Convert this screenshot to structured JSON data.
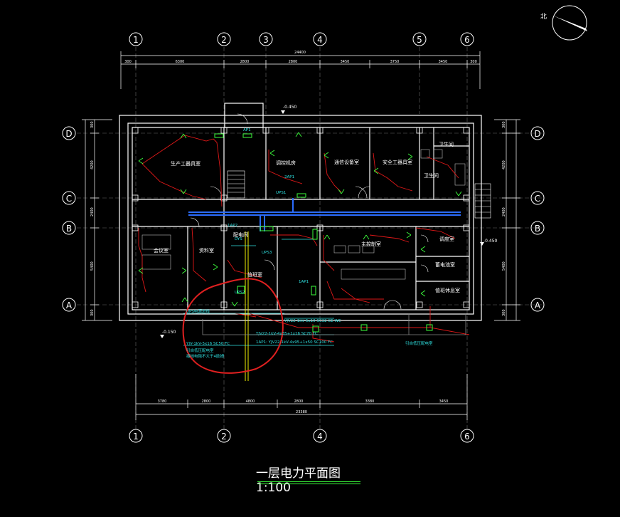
{
  "drawing": {
    "title": "一层电力平面图1:100",
    "north_label": "北",
    "grid_columns": [
      "1",
      "2",
      "3",
      "4",
      "5",
      "6"
    ],
    "grid_rows": [
      "D",
      "C",
      "B",
      "A"
    ],
    "top_dims": [
      "300",
      "6300",
      "2800",
      "2800",
      "3450",
      "3750",
      "3450",
      "300"
    ],
    "top_total": "24400",
    "bottom_dims": [
      "3780",
      "2800",
      "4800",
      "2800",
      "3380",
      "3450"
    ],
    "bottom_total": "23380",
    "left_dims": [
      "300",
      "4200",
      "2400",
      "5400",
      "300"
    ],
    "right_dims": [
      "300",
      "4200",
      "2400",
      "5400",
      "300"
    ],
    "levels": [
      "-0.450",
      "-0.150",
      "-0.450"
    ],
    "rooms": [
      "生产工器具室",
      "调控机房",
      "通信设备室",
      "安全工器具室",
      "卫生间",
      "配电间",
      "会议室",
      "资料室",
      "值班室",
      "调度室",
      "主控制室",
      "蓄电池室",
      "值班休息室"
    ],
    "equipment_labels": [
      "UPS1",
      "2AP1",
      "UPS2",
      "1AP2",
      "1AP1",
      "AP1",
      "UPS3",
      "DYS"
    ],
    "cable_notes": [
      "YJV-1kV-5x16 SC50 FC",
      "YJV22-1kV-4x35+1x16 SC70 FC",
      "1AP1: YJV22-1kV-4x95+1x50 SC100 FC",
      "YJV22-1kV-5x10 SC32 CE WC",
      "UPS电源进线",
      "引自低压配电室",
      "接地电阻不大于4欧姆"
    ]
  }
}
